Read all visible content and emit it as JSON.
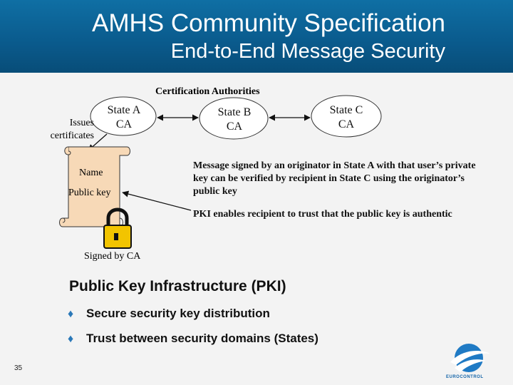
{
  "header": {
    "title": "AMHS Community Specification",
    "subtitle": "End-to-End Message Security"
  },
  "diagram": {
    "ca_heading": "Certification Authorities",
    "issues_label": "Issues certificates",
    "state_a": "State A CA",
    "state_b": "State B CA",
    "state_c": "State C CA",
    "cert_name": "Name",
    "cert_public_key": "Public key",
    "signed_by": "Signed by CA",
    "note_1": "Message signed by an originator in State A with that user’s private key can be verified by recipient in State C using the originator’s public key",
    "note_2": "PKI enables recipient to trust that the public key is authentic"
  },
  "pki": {
    "title": "Public Key Infrastructure (PKI)",
    "bullets": [
      "Secure security key distribution",
      "Trust between security domains (States)"
    ]
  },
  "footer": {
    "page_number": "35",
    "logo_text": "EUROCONTROL"
  },
  "colors": {
    "header": "#0a5a8c",
    "scroll": "#f7d9b7",
    "bullet": "#2a78b8",
    "lock": "#f2c400"
  }
}
